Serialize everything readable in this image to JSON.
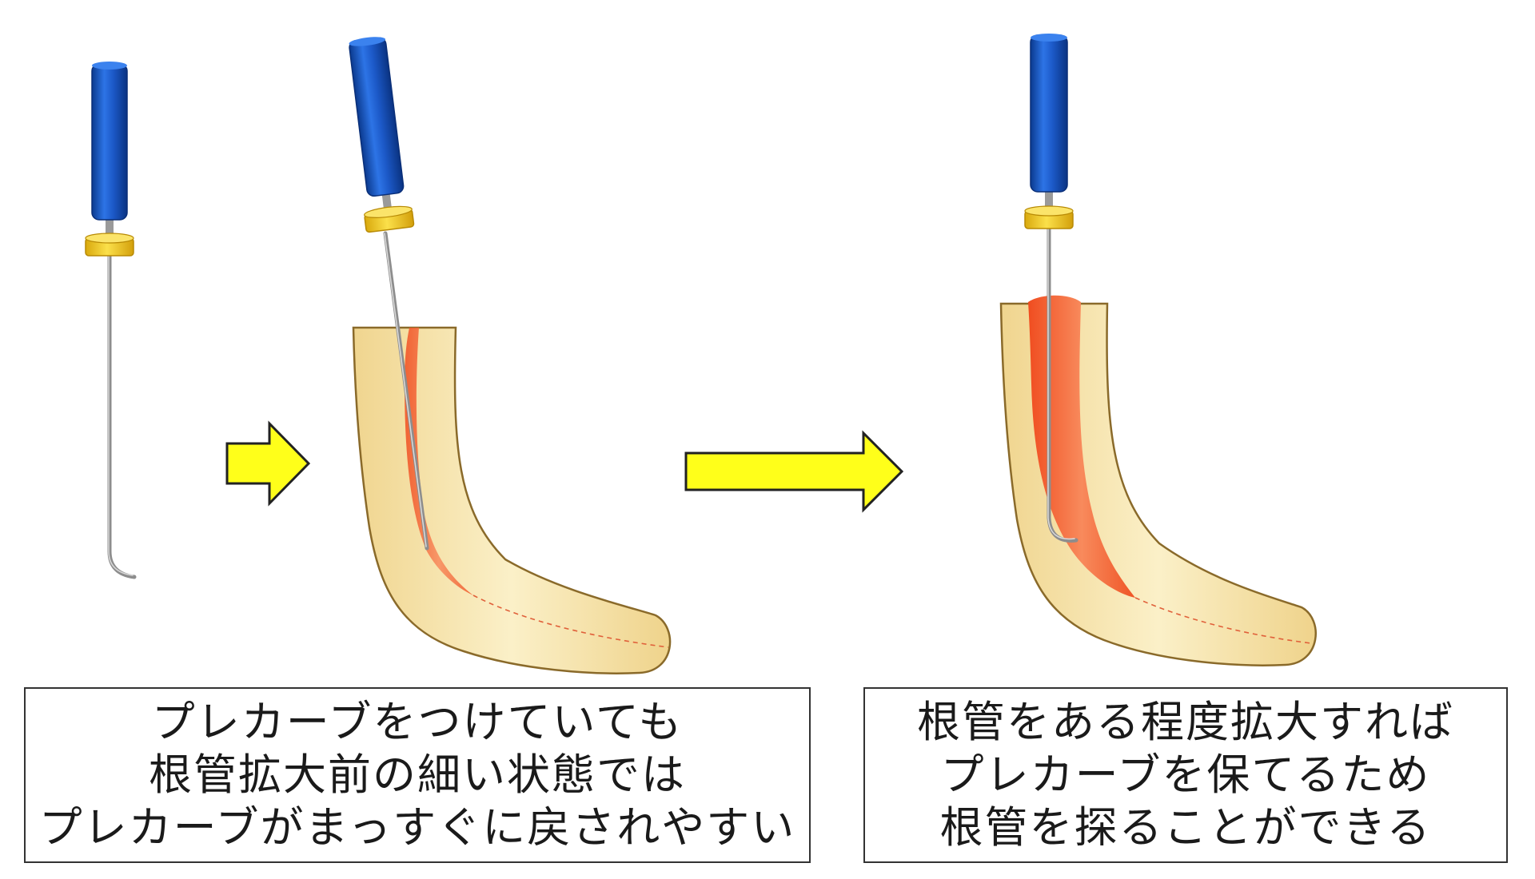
{
  "colors": {
    "handle": "#1f5fd0",
    "stopper": "#f2cf1d",
    "arrow": "#ffff1a",
    "dentin": "#f6e4ad",
    "canal": "#f2683a",
    "outline": "#8a6a2a"
  },
  "captions": {
    "left": {
      "lines": [
        "プレカーブをつけていても",
        "根管拡大前の細い状態では",
        "プレカーブがまっすぐに戻されやすい"
      ]
    },
    "right": {
      "lines": [
        "根管をある程度拡大すれば",
        "プレカーブを保てるため",
        "根管を探ることができる"
      ]
    }
  }
}
